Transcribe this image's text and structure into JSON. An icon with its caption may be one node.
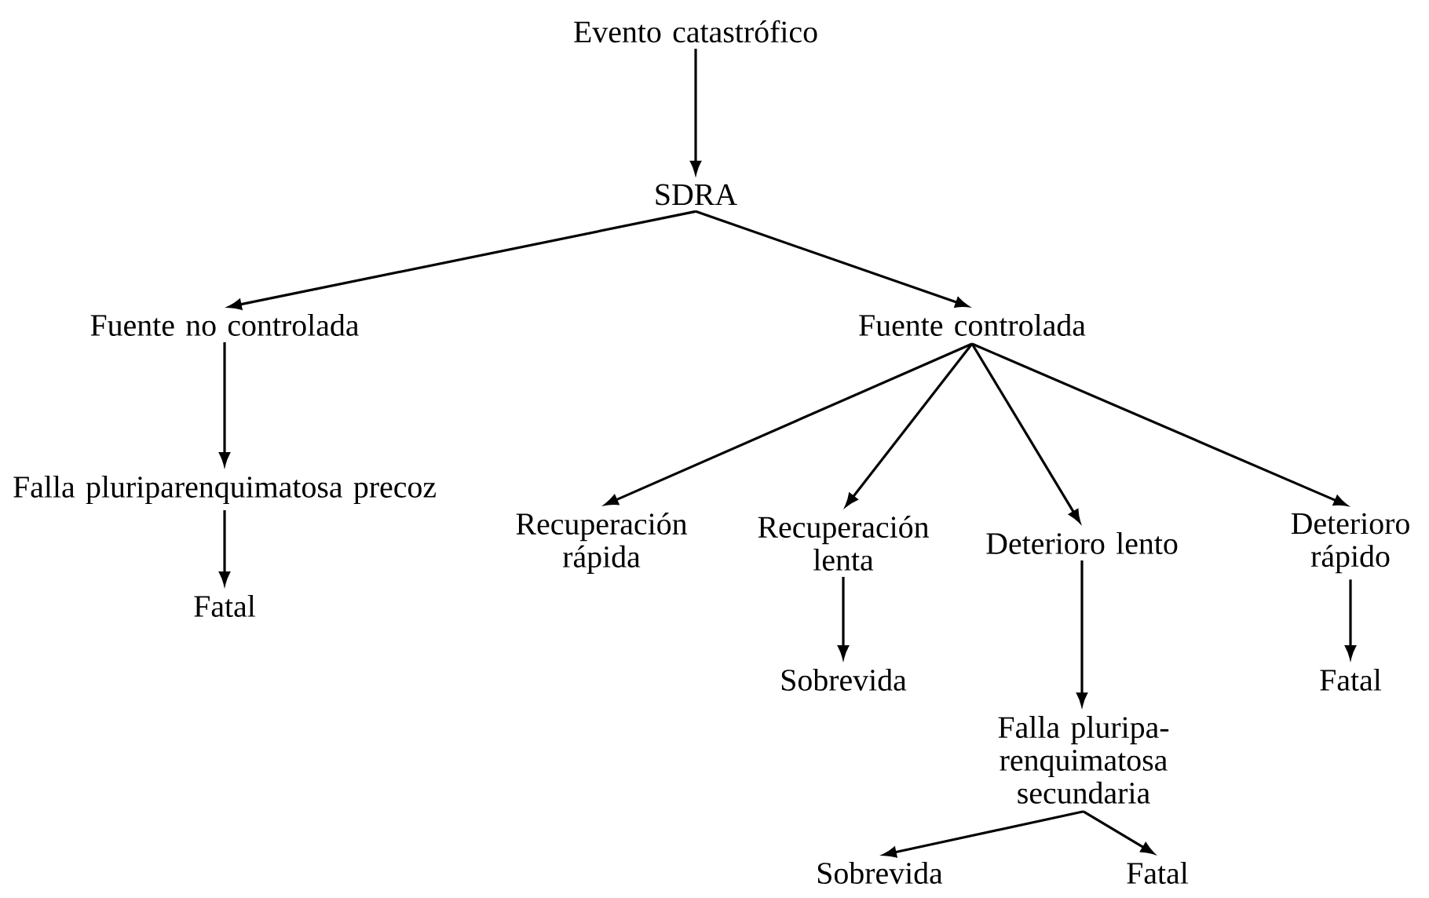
{
  "diagram": {
    "nodes": [
      {
        "text": [
          "Evento catastrófico"
        ]
      },
      {
        "text": [
          "SDRA"
        ]
      },
      {
        "text": [
          "Fuente no controlada"
        ]
      },
      {
        "text": [
          "Fuente controlada"
        ]
      },
      {
        "text": [
          "Falla pluriparenquimatosa precoz"
        ]
      },
      {
        "text": [
          "Fatal"
        ]
      },
      {
        "text": [
          "Recuperación rápida"
        ]
      },
      {
        "text": [
          "Recuperación lenta"
        ]
      },
      {
        "text": [
          "Deterioro lento"
        ]
      },
      {
        "text": [
          "Deterioro rápido"
        ]
      },
      {
        "text": [
          "Sobrevida"
        ]
      },
      {
        "text": [
          "Falla pluripa-renquimatosa secundaria"
        ]
      },
      {
        "text": [
          "Fatal"
        ]
      },
      {
        "text": [
          "Sobrevida"
        ]
      },
      {
        "text": [
          "Fatal"
        ]
      }
    ],
    "edges": [
      {
        "from": 0,
        "to": 1,
        "arrow": "to"
      },
      {
        "from": 1,
        "to": 2,
        "arrow": "to"
      },
      {
        "from": 1,
        "to": 3,
        "arrow": "to"
      },
      {
        "from": 2,
        "to": 4,
        "arrow": "to"
      },
      {
        "from": 4,
        "to": 5,
        "arrow": "to"
      },
      {
        "from": 3,
        "to": 6,
        "arrow": "to"
      },
      {
        "from": 3,
        "to": 7,
        "arrow": "to"
      },
      {
        "from": 3,
        "to": 8,
        "arrow": "to"
      },
      {
        "from": 3,
        "to": 9,
        "arrow": "to"
      },
      {
        "from": 7,
        "to": 10,
        "arrow": "to"
      },
      {
        "from": 8,
        "to": 11,
        "arrow": "to"
      },
      {
        "from": 9,
        "to": 12,
        "arrow": "to"
      },
      {
        "from": 11,
        "to": 13,
        "arrow": "to"
      },
      {
        "from": 11,
        "to": 14,
        "arrow": "to"
      }
    ]
  }
}
